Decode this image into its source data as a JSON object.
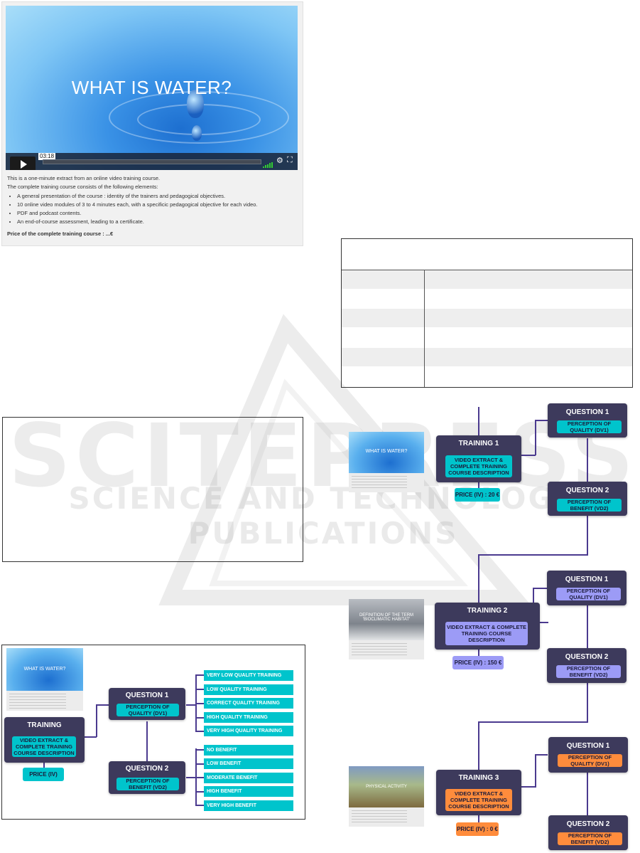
{
  "watermark": {
    "big": "SCITEPRESS",
    "small": "SCIENCE AND TECHNOLOGY PUBLICATIONS"
  },
  "video_card": {
    "video_title": "WHAT IS WATER?",
    "time": "03:18",
    "intro": "This is a one-minute extract from an online video training course.",
    "consists": "The complete training course consists of the following elements:",
    "bullets": [
      "A general presentation of the course : identity of the trainers and pedagogical objectives.",
      "10 online video modules of 3 to 4 minutes each, with a specificic pedagogical objective for each video.",
      "PDF and podcast contents.",
      "An end-of-course assessment, leading to a certificate."
    ],
    "price": "Price of the complete training course : ...€"
  },
  "colors": {
    "node": "#3d3a5c",
    "teal": "#00c4cc",
    "lavender": "#9c9bf6",
    "orange": "#ff8c3c",
    "line": "#4b3a8f"
  },
  "diagram1": {
    "training": "TRAINING",
    "training_desc": "VIDEO EXTRACT & COMPLETE TRAINING COURSE DESCRIPTION",
    "price": "PRICE (IV)",
    "q1": "QUESTION  1",
    "q1_desc": "PERCEPTION OF QUALITY (DV1)",
    "q2": "QUESTION  2",
    "q2_desc": "PERCEPTION OF BENEFIT (VD2)",
    "quality_answers": [
      "VERY LOW QUALITY TRAINING",
      "LOW QUALITY TRAINING",
      "CORRECT QUALITY TRAINING",
      "HIGH QUALITY TRAINING",
      "VERY HIGH QUALITY TRAINING"
    ],
    "benefit_answers": [
      "NO BENEFIT",
      "LOW BENEFIT",
      "MODERATE BENEFIT",
      "HIGH BENEFIT",
      "VERY HIGH BENEFIT"
    ],
    "thumb_title": "WHAT IS WATER?"
  },
  "diagram2": {
    "blocks": [
      {
        "training": "TRAINING 1",
        "desc": "VIDEO EXTRACT & COMPLETE TRAINING COURSE DESCRIPTION",
        "price": "PRICE (IV) : 20 €",
        "thumb": "WHAT IS WATER?",
        "q1": "QUESTION  1",
        "q1_desc": "PERCEPTION OF QUALITY (DV1)",
        "q2": "QUESTION  2",
        "q2_desc": "PERCEPTION OF BENEFIT (VD2)"
      },
      {
        "training": "TRAINING 2",
        "desc": "VIDEO EXTRACT & COMPLETE TRAINING COURSE DESCRIPTION",
        "price": "PRICE (IV) : 150 €",
        "thumb": "DEFINITION OF THE TERM 'BIOCLIMATIC HABITAT'",
        "q1": "QUESTION  1",
        "q1_desc": "PERCEPTION OF QUALITY (DV1)",
        "q2": "QUESTION  2",
        "q2_desc": "PERCEPTION OF BENEFIT (VD2)"
      },
      {
        "training": "TRAINING 3",
        "desc": "VIDEO EXTRACT & COMPLETE TRAINING COURSE DESCRIPTION",
        "price": "PRICE (IV) : 0 €",
        "thumb": "PHYSICAL ACTIVITY",
        "q1": "QUESTION  1",
        "q1_desc": "PERCEPTION OF QUALITY (DV1)",
        "q2": "QUESTION  2",
        "q2_desc": "PERCEPTION OF BENEFIT (VD2)"
      }
    ]
  }
}
